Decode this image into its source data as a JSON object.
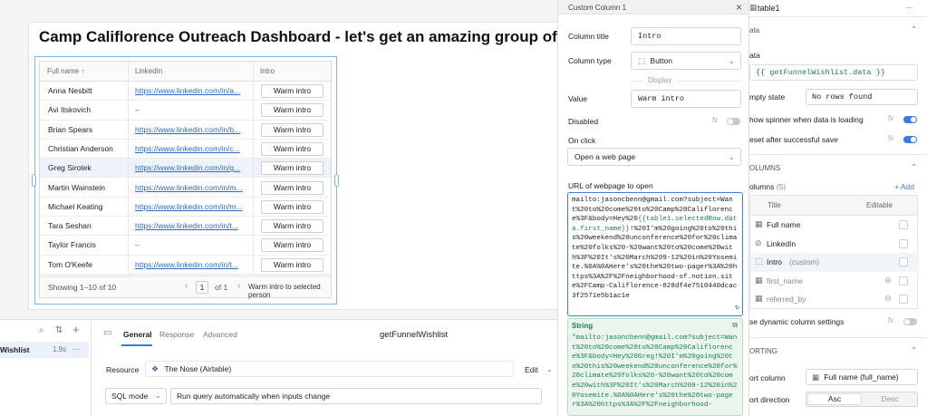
{
  "dashboard": {
    "title": "Camp Califlorence Outreach Dashboard - let's get an amazing group of 50"
  },
  "table": {
    "columns": [
      "Full name",
      "LinkedIn",
      "Intro"
    ],
    "sort_indicator": "↑",
    "rows": [
      {
        "name": "Anna Nesbitt",
        "linkedin": "https://www.linkedin.com/in/a...",
        "intro": "Warm intro"
      },
      {
        "name": "Avi Itskovich",
        "linkedin": "–",
        "intro": "Warm intro"
      },
      {
        "name": "Brian Spears",
        "linkedin": "https://www.linkedin.com/in/b...",
        "intro": "Warm intro"
      },
      {
        "name": "Christian Anderson",
        "linkedin": "https://www.linkedin.com/in/c...",
        "intro": "Warm intro"
      },
      {
        "name": "Greg Sirotek",
        "linkedin": "https://www.linkedin.com/in/g...",
        "intro": "Warm intro"
      },
      {
        "name": "Martin Wainstein",
        "linkedin": "https://www.linkedin.com/in/m...",
        "intro": "Warm intro"
      },
      {
        "name": "Michael Keating",
        "linkedin": "https://www.linkedin.com/in/m...",
        "intro": "Warm intro"
      },
      {
        "name": "Tara Seshan",
        "linkedin": "https://www.linkedin.com/in/t...",
        "intro": "Warm intro"
      },
      {
        "name": "Taylor Francis",
        "linkedin": "–",
        "intro": "Warm intro"
      },
      {
        "name": "Tom O'Keefe",
        "linkedin": "https://www.linkedin.com/in/t...",
        "intro": "Warm intro"
      }
    ],
    "footer": {
      "showing": "Showing 1–10 of 10",
      "prev": "‹",
      "page": "1",
      "of": "of 1",
      "next": "›",
      "action": "Warm intro to selected person"
    }
  },
  "query_list": {
    "item_name": "Wishlist",
    "item_time": "1.9s",
    "more": "···"
  },
  "query_editor": {
    "tabs": [
      "General",
      "Response",
      "Advanced"
    ],
    "query_name": "getFunnelWishlist",
    "resource_label": "Resource",
    "resource_value": "The Nose (Airtable)",
    "edit_label": "Edit",
    "mode_value": "SQL mode",
    "run_value": "Run query automatically when inputs change"
  },
  "popover": {
    "header": "Custom Column 1",
    "close": "×",
    "column_title_label": "Column title",
    "column_title_value": "Intro",
    "column_type_label": "Column type",
    "column_type_value": "Button",
    "display_label": "Display",
    "value_label": "Value",
    "value_value": "Warm intro",
    "disabled_label": "Disabled",
    "fx": "fx",
    "on_click_label": "On click",
    "on_click_value": "Open a web page",
    "url_label": "URL of webpage to open",
    "url_part1": "mailto:jasoncbenn@gmail.com?subject=Want%20to%20come%20to%20Camp%20Califlorence%3F&body=Hey%20",
    "url_expr": "{{table1.selectedRow.data.first_name}}",
    "url_part2": "!%20I'm%20going%20to%20this%20weekend%20unconference%20for%20climate%20folks%20-%20want%20to%20come%20with%3F%20It's%20March%209-12%20in%20Yosemite.%0A%0AHere's%20the%20two-pager%3A%20https%3A%2F%2Fneighborhood-sf.notion.site%2FCamp-Califlorence-828df4e7510440dcac3f2571e5b1ac1e",
    "result_type": "String",
    "result_value": "\"mailto:jasoncbenn@gmail.com?subject=Want%20to%20come%20to%20Camp%20Califlorence%3F&body=Hey%20Greg!%20I'm%20going%20to%20this%20weekend%20unconference%20for%20climate%20folks%20-%20want%20to%20come%20with%3F%20It's%20March%209-12%20in%20Yosemite.%0A%0AHere's%20the%20two-pager%3A%20https%3A%2F%2Fneighborhood-"
  },
  "inspector": {
    "component_name": "table1",
    "more": "···",
    "data_section": "ata",
    "data_label": "ata",
    "data_value": "{{ getFunnelWishlist.data }}",
    "empty_state_label": "mpty state",
    "empty_state_value": "No rows found",
    "spinner_label": "how spinner when data is loading",
    "reset_label": "eset after successful save",
    "fx": "fx",
    "columns_section": "OLUMNS",
    "columns_label": "olumns",
    "columns_count": "(5)",
    "add_label": "+ Add",
    "header_title": "Title",
    "header_editable": "Editable",
    "column_rows": [
      {
        "title": "Full name",
        "icon": "table-icon",
        "custom": ""
      },
      {
        "title": "LinkedIn",
        "icon": "link-icon",
        "custom": ""
      },
      {
        "title": "Intro",
        "icon": "cursor-icon",
        "custom": "(custom)"
      },
      {
        "title": "first_name",
        "icon": "table-icon",
        "custom": ""
      },
      {
        "title": "referred_by",
        "icon": "table-icon",
        "custom": ""
      }
    ],
    "dynamic_label": "se dynamic column settings",
    "sorting_section": "ORTING",
    "sort_column_label": "ort column",
    "sort_column_value": "Full name (full_name)",
    "sort_direction_label": "ort direction",
    "asc": "Asc",
    "desc": "Desc"
  },
  "colors": {
    "accent": "#3c7be0",
    "link": "#2a6cc7",
    "result_green": "#1a7f4b"
  }
}
